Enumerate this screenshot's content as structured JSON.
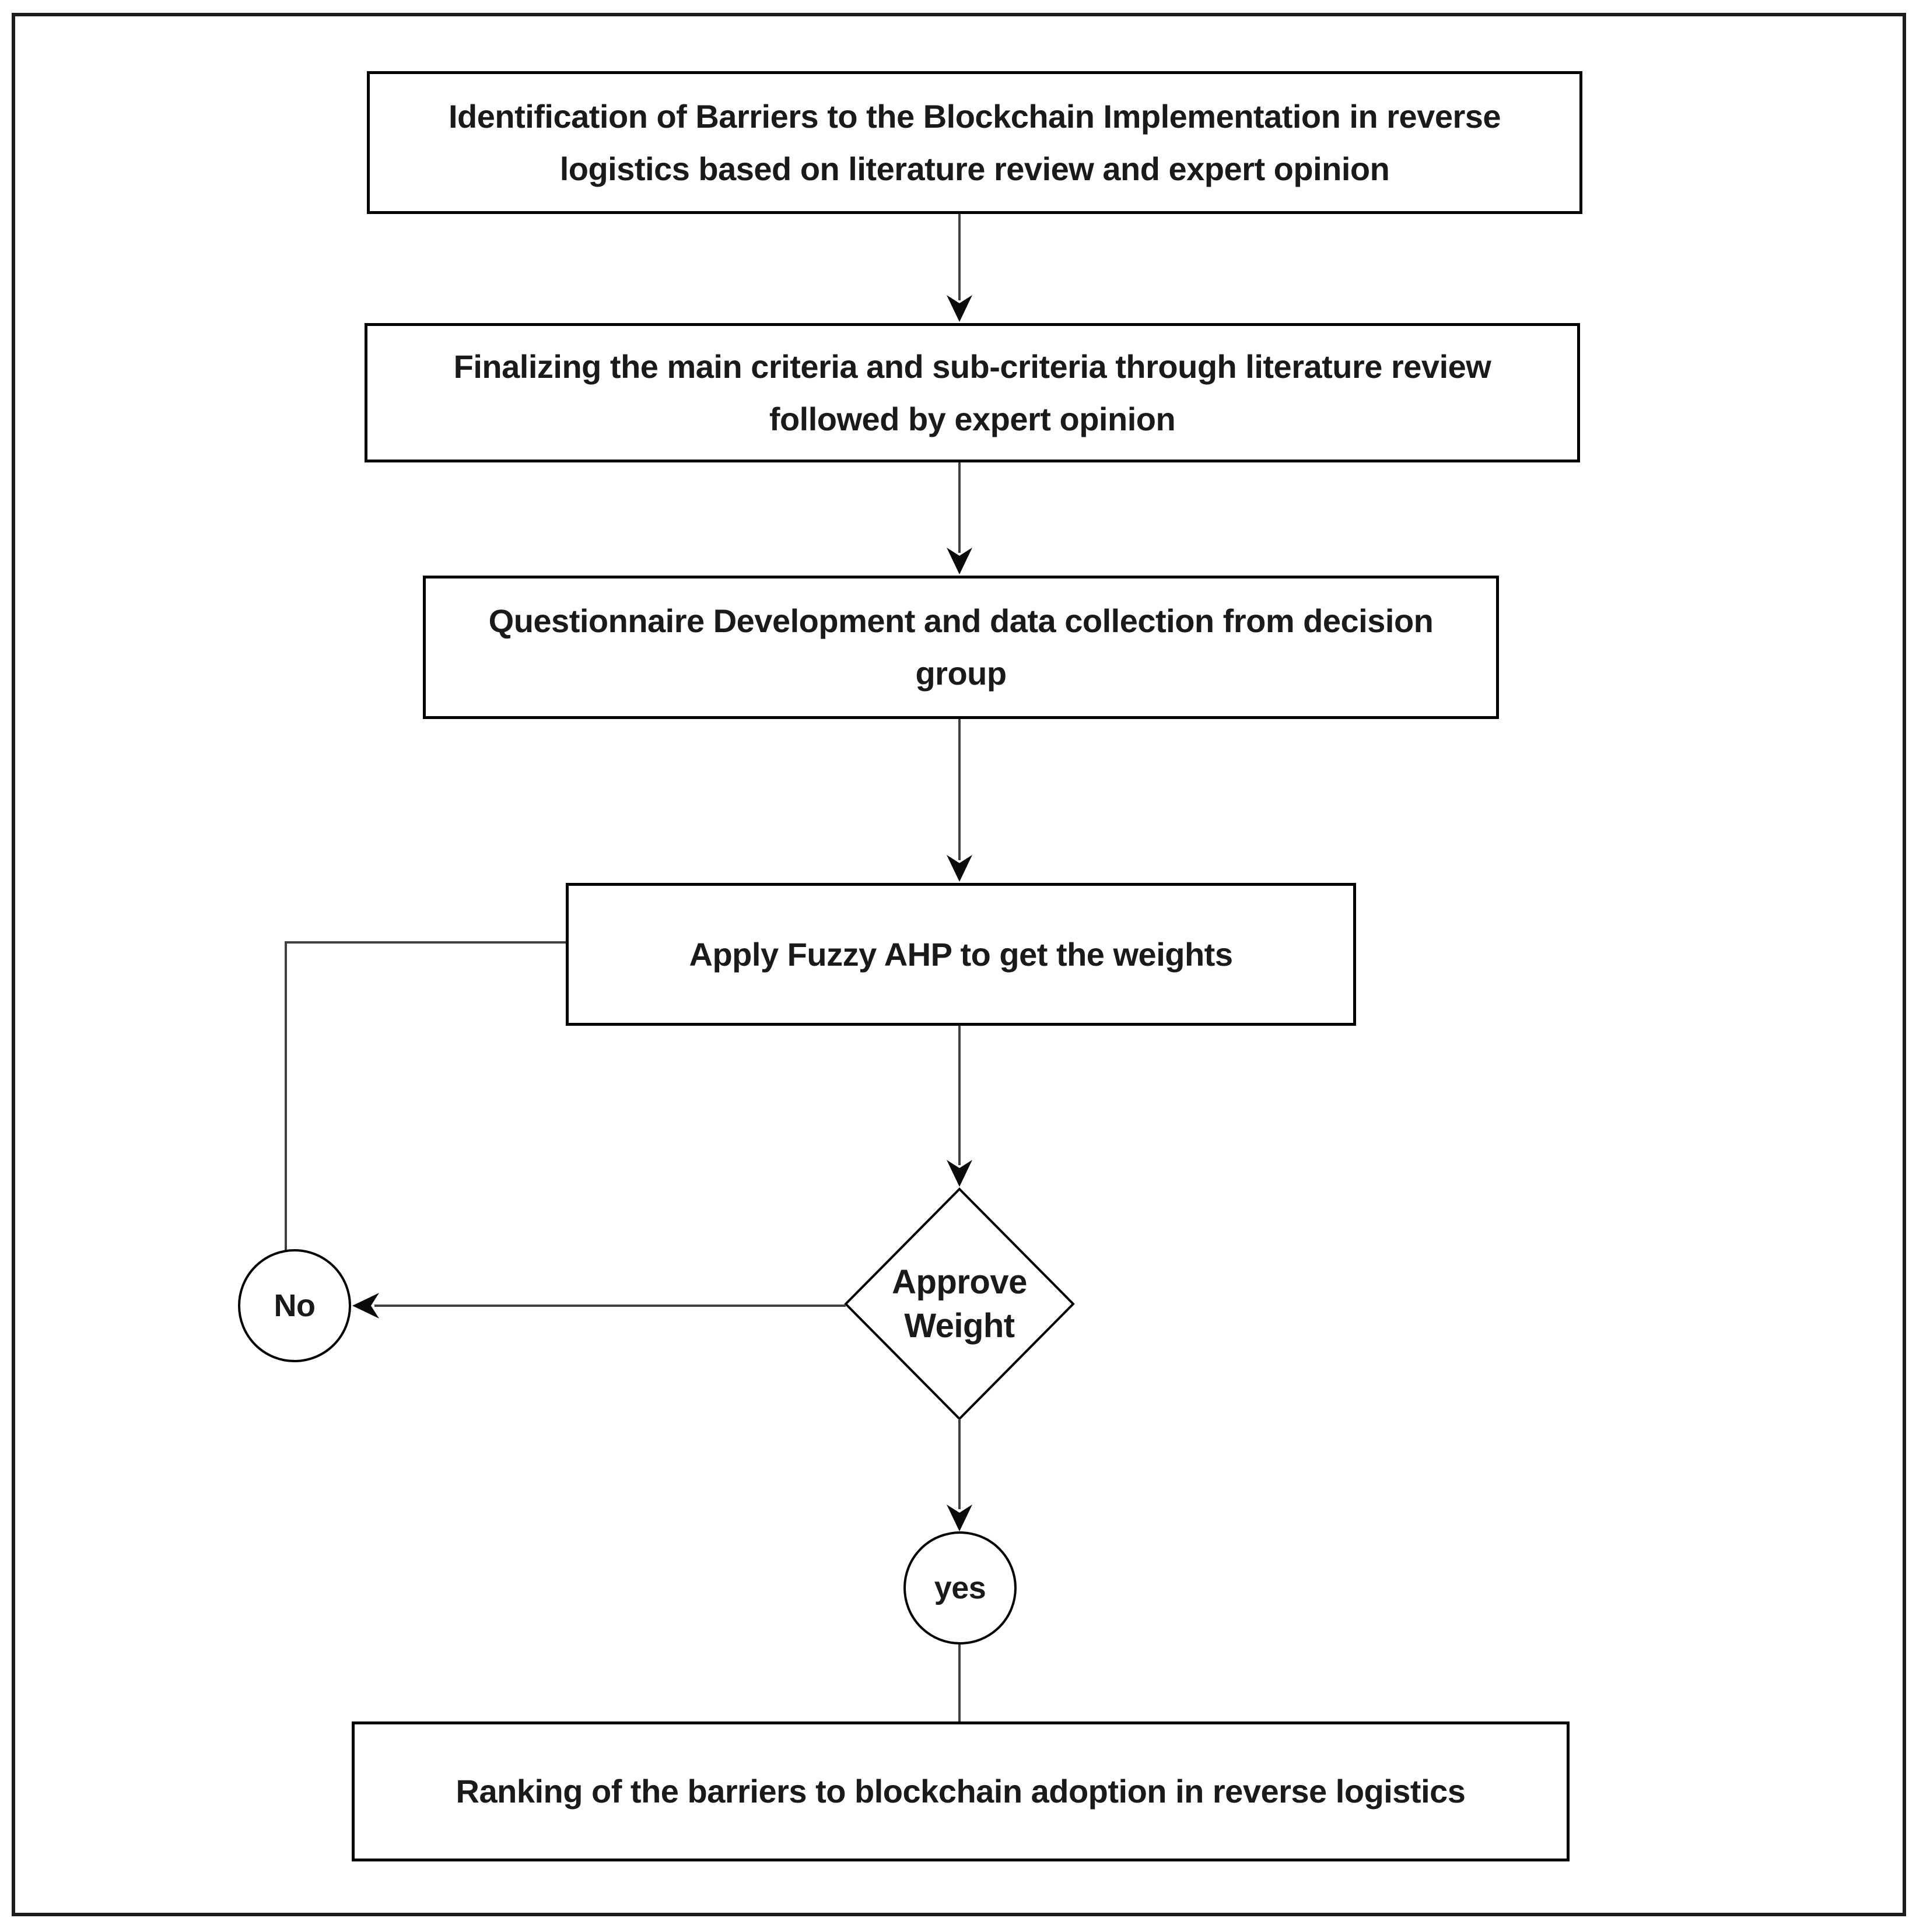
{
  "flowchart": {
    "nodes": {
      "identification": "Identification of Barriers to the Blockchain Implementation in reverse logistics based on literature review and expert opinion",
      "finalizing": "Finalizing the main criteria and  sub-criteria through literature review followed by expert opinion",
      "questionnaire": "Questionnaire Development and data collection from decision group",
      "apply_fuzzy_ahp": "Apply Fuzzy AHP to get the weights",
      "decision": "Approve Weight",
      "decision_no": "No",
      "decision_yes": "yes",
      "ranking": "Ranking of the barriers to blockchain adoption in reverse logistics"
    },
    "colors": {
      "node_border": "#000000",
      "connector": "#404040",
      "text": "#1a1a1a",
      "background": "#ffffff"
    }
  }
}
